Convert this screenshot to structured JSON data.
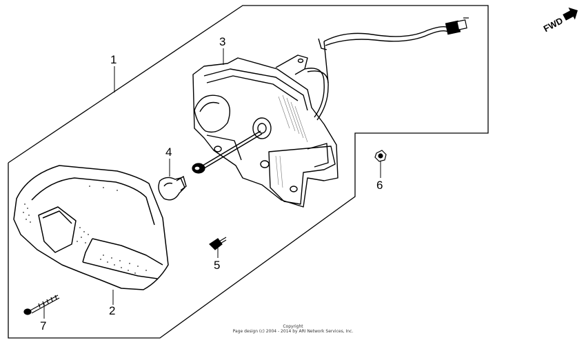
{
  "fwd_label": "FWD",
  "callouts": [
    {
      "id": "1",
      "label": "1"
    },
    {
      "id": "2",
      "label": "2"
    },
    {
      "id": "3",
      "label": "3"
    },
    {
      "id": "4",
      "label": "4"
    },
    {
      "id": "5",
      "label": "5"
    },
    {
      "id": "6",
      "label": "6"
    },
    {
      "id": "7",
      "label": "7"
    }
  ],
  "copyright": {
    "line1": "Copyright",
    "line2": "Page design (c) 2004 - 2014 by ARI Network Services, Inc."
  }
}
